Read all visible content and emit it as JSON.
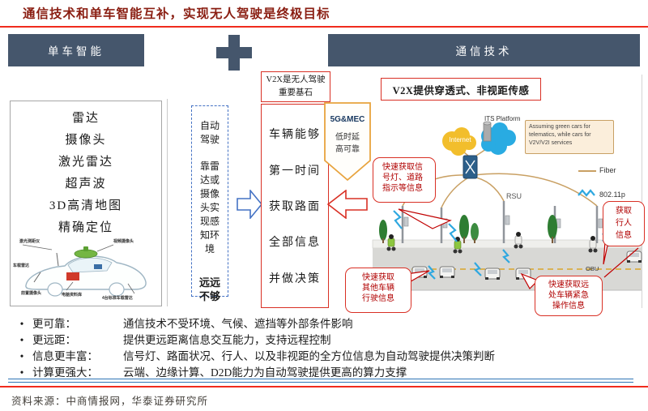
{
  "title": "通信技术和单车智能互补，实现无人驾驶是终极目标",
  "bullet_char": "•",
  "headers": {
    "left": "单车智能",
    "right": "通信技术"
  },
  "left_panel": {
    "items": [
      "雷达",
      "摄像头",
      "激光雷达",
      "超声波",
      "3D高清地图",
      "精确定位"
    ],
    "car_labels": {
      "laser": "激光测距仪",
      "camera": "视频摄像头",
      "radar": "车载雷达",
      "front_camera": "前置摄像头",
      "computer": "电脑资料库",
      "four_radar": "4台标准车载雷达"
    }
  },
  "middle": {
    "dashed_box": {
      "l1": "自动驾驶",
      "l2": "靠雷达或摄像头实现感知环境",
      "l3": "远远不够"
    },
    "v2x_note": "V2X是无人驾驶重要基石",
    "red_box_lines": [
      "车辆能够",
      "第一时间",
      "获取路面",
      "全部信息",
      "并做决策"
    ],
    "pennant_title": "5G&MEC",
    "pennant_body": "低时延高可靠"
  },
  "diagram": {
    "title": "V2X提供穿透式、非视距传感",
    "internet": "Internet",
    "its": "ITS Platform",
    "note": "Assuming green cars for telematics, while cars for V2V/V2I services",
    "legend_fiber": "Fiber",
    "legend_wireless": "802.11p",
    "rsu": "RSU",
    "obu": "OBU",
    "bubble_signal": "快速获取信号灯、道路指示等信息",
    "bubble_pedestrian": "获取行人信息",
    "bubble_other": "快速获取其他车辆行驶信息",
    "bubble_far": "快速获取远处车辆紧急操作信息"
  },
  "bullets": [
    {
      "label": "更可靠：",
      "text": "通信技术不受环境、气候、遮挡等外部条件影响"
    },
    {
      "label": "更远距：",
      "text": "提供更远距离信息交互能力，支持远程控制"
    },
    {
      "label": "信息更丰富：",
      "text": "信号灯、路面状况、行人、以及非视距的全方位信息为自动驾驶提供决策判断"
    },
    {
      "label": "计算更强大：",
      "text": "云端、边缘计算、D2D能力为自动驾驶提供更高的算力支撑"
    }
  ],
  "source": "资料来源：中商情报网，华泰证券研究所",
  "colors": {
    "header_bg": "#45566C",
    "title_red": "#8A1E12",
    "rule_red": "#F02B1D",
    "box_red": "#D93025",
    "dash_blue": "#4472C4",
    "pennant_orange": "#E8A33D",
    "fiber_tan": "#C9A063",
    "wireless_blue": "#2FA8E0"
  }
}
